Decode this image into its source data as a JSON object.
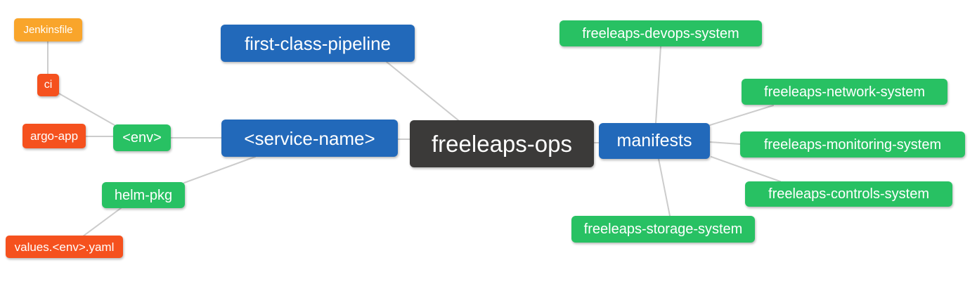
{
  "diagram": {
    "type": "mindmap",
    "title": "freeleaps-ops repository structure",
    "tree": {
      "label": "freeleaps-ops",
      "children": [
        {
          "label": "first-class-pipeline"
        },
        {
          "label": "<service-name>",
          "children": [
            {
              "label": "<env>",
              "children": [
                {
                  "label": "ci",
                  "children": [
                    {
                      "label": "Jenkinsfile"
                    }
                  ]
                },
                {
                  "label": "argo-app"
                }
              ]
            },
            {
              "label": "helm-pkg",
              "children": [
                {
                  "label": "values.<env>.yaml"
                }
              ]
            }
          ]
        },
        {
          "label": "manifests",
          "children": [
            {
              "label": "freeleaps-devops-system"
            },
            {
              "label": "freeleaps-network-system"
            },
            {
              "label": "freeleaps-monitoring-system"
            },
            {
              "label": "freeleaps-controls-system"
            },
            {
              "label": "freeleaps-storage-system"
            }
          ]
        }
      ]
    }
  },
  "nodes": [
    {
      "id": "jenkinsfile",
      "label": "Jenkinsfile",
      "level": 5,
      "color": "#f9a52b"
    },
    {
      "id": "ci",
      "label": "ci",
      "level": 4,
      "color": "#f5511e"
    },
    {
      "id": "argo-app",
      "label": "argo-app",
      "level": 4,
      "color": "#f5511e"
    },
    {
      "id": "env",
      "label": "<env>",
      "level": 3,
      "color": "#28c163"
    },
    {
      "id": "helm-pkg",
      "label": "helm-pkg",
      "level": 3,
      "color": "#28c163"
    },
    {
      "id": "values-env-yaml",
      "label": "values.<env>.yaml",
      "level": 4,
      "color": "#f5511e"
    },
    {
      "id": "first-class-pipeline",
      "label": "first-class-pipeline",
      "level": 2,
      "color": "#2269ba"
    },
    {
      "id": "service-name",
      "label": "<service-name>",
      "level": 2,
      "color": "#2269ba"
    },
    {
      "id": "freeleaps-ops",
      "label": "freeleaps-ops",
      "level": 1,
      "color": "#3b3a39"
    },
    {
      "id": "manifests",
      "label": "manifests",
      "level": 2,
      "color": "#2269ba"
    },
    {
      "id": "devops-system",
      "label": "freeleaps-devops-system",
      "level": 3,
      "color": "#28c163"
    },
    {
      "id": "network-system",
      "label": "freeleaps-network-system",
      "level": 3,
      "color": "#28c163"
    },
    {
      "id": "monitoring-system",
      "label": "freeleaps-monitoring-system",
      "level": 3,
      "color": "#28c163"
    },
    {
      "id": "controls-system",
      "label": "freeleaps-controls-system",
      "level": 3,
      "color": "#28c163"
    },
    {
      "id": "storage-system",
      "label": "freeleaps-storage-system",
      "level": 3,
      "color": "#28c163"
    }
  ],
  "colors": {
    "root": "#3b3a39",
    "level2": "#2269ba",
    "level3": "#28c163",
    "level4": "#f5511e",
    "level5": "#f9a52b",
    "edge": "#cccccc",
    "text": "#ffffff",
    "background": "#ffffff"
  }
}
